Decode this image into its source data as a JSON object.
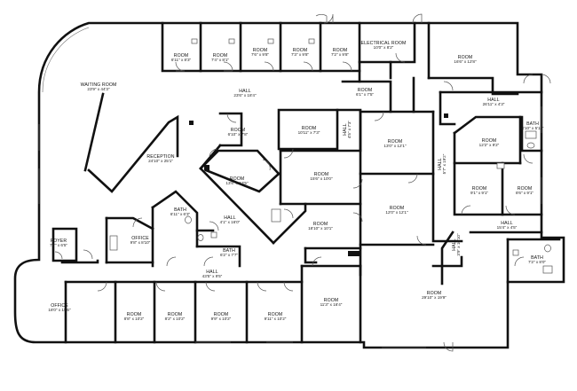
{
  "rooms": {
    "r01": {
      "name": "ROOM",
      "dims": "6'11\" x 8'3\""
    },
    "r02": {
      "name": "ROOM",
      "dims": "7'4\" x 8'1\""
    },
    "r03": {
      "name": "ROOM",
      "dims": "7'6\" x 9'8\""
    },
    "r04": {
      "name": "ROOM",
      "dims": "7'3\" x 9'8\""
    },
    "r05": {
      "name": "ROOM",
      "dims": "7'2\" x 9'8\""
    },
    "electrical": {
      "name": "ELECTRICAL ROOM",
      "dims": "10'0\" x 8'2\""
    },
    "r06": {
      "name": "ROOM",
      "dims": "16'6\" x 12'8\""
    },
    "waiting": {
      "name": "WAITING ROOM",
      "dims": "23'9\" x 44'3\""
    },
    "hall1": {
      "name": "HALL",
      "dims": "23'6\" x 18'4\""
    },
    "r07": {
      "name": "ROOM",
      "dims": "6'1\" x 7'5\""
    },
    "hall2": {
      "name": "HALL",
      "dims": "26'11\" x 4'3\""
    },
    "reception": {
      "name": "RECEPTION",
      "dims": "24'10\" x 25'1\""
    },
    "r08": {
      "name": "ROOM",
      "dims": "6'10\" x 7'8\""
    },
    "r09": {
      "name": "ROOM",
      "dims": "10'11\" x 7'3\""
    },
    "hall3": {
      "name": "HALL",
      "dims": "4'5\" x 7'3\""
    },
    "r10": {
      "name": "ROOM",
      "dims": "13'0\" x 12'1\""
    },
    "bath1": {
      "name": "BATH",
      "dims": "4'10\" x 5'11\""
    },
    "r11": {
      "name": "ROOM",
      "dims": "12'2\" x 9'2\""
    },
    "hall4": {
      "name": "HALL",
      "dims": "5'7\" x 19'2\""
    },
    "r12": {
      "name": "ROOM",
      "dims": "13'6\" x 13'5\""
    },
    "r13": {
      "name": "ROOM",
      "dims": "15'6\" x 10'0\""
    },
    "r14": {
      "name": "ROOM",
      "dims": "9'1\" x 9'1\""
    },
    "r15": {
      "name": "ROOM",
      "dims": "8'6\" x 9'1\""
    },
    "bath2": {
      "name": "BATH",
      "dims": "6'11\" x 6'3\""
    },
    "hall5": {
      "name": "HALL",
      "dims": "4'1\" x 16'0\""
    },
    "r16": {
      "name": "ROOM",
      "dims": "12'0\" x 12'1\""
    },
    "hall6": {
      "name": "HALL",
      "dims": "15'4\" x 4'5\""
    },
    "foyer": {
      "name": "FOYER",
      "dims": "7'7\" x 6'5\""
    },
    "office1": {
      "name": "OFFICE",
      "dims": "9'8\" x 8'10\""
    },
    "bath3": {
      "name": "BATH",
      "dims": "6'2\" x 7'7\""
    },
    "r17": {
      "name": "ROOM",
      "dims": "18'10\" x 10'1\""
    },
    "hall7": {
      "name": "HALL",
      "dims": "3'9\" x 10'10\""
    },
    "bath4": {
      "name": "BATH",
      "dims": "7'2\" x 8'0\""
    },
    "hall8": {
      "name": "HALL",
      "dims": "43'5\" x 9'5\""
    },
    "office2": {
      "name": "OFFICE",
      "dims": "18'0\" x 15'6\""
    },
    "r18": {
      "name": "ROOM",
      "dims": "8'8\" x 10'2\""
    },
    "r19": {
      "name": "ROOM",
      "dims": "8'2\" x 10'2\""
    },
    "r20": {
      "name": "ROOM",
      "dims": "9'9\" x 10'2\""
    },
    "r21": {
      "name": "ROOM",
      "dims": "9'11\" x 10'2\""
    },
    "r22": {
      "name": "ROOM",
      "dims": "11'3\" x 16'4\""
    },
    "r23": {
      "name": "ROOM",
      "dims": "29'10\" x 19'9\""
    }
  }
}
